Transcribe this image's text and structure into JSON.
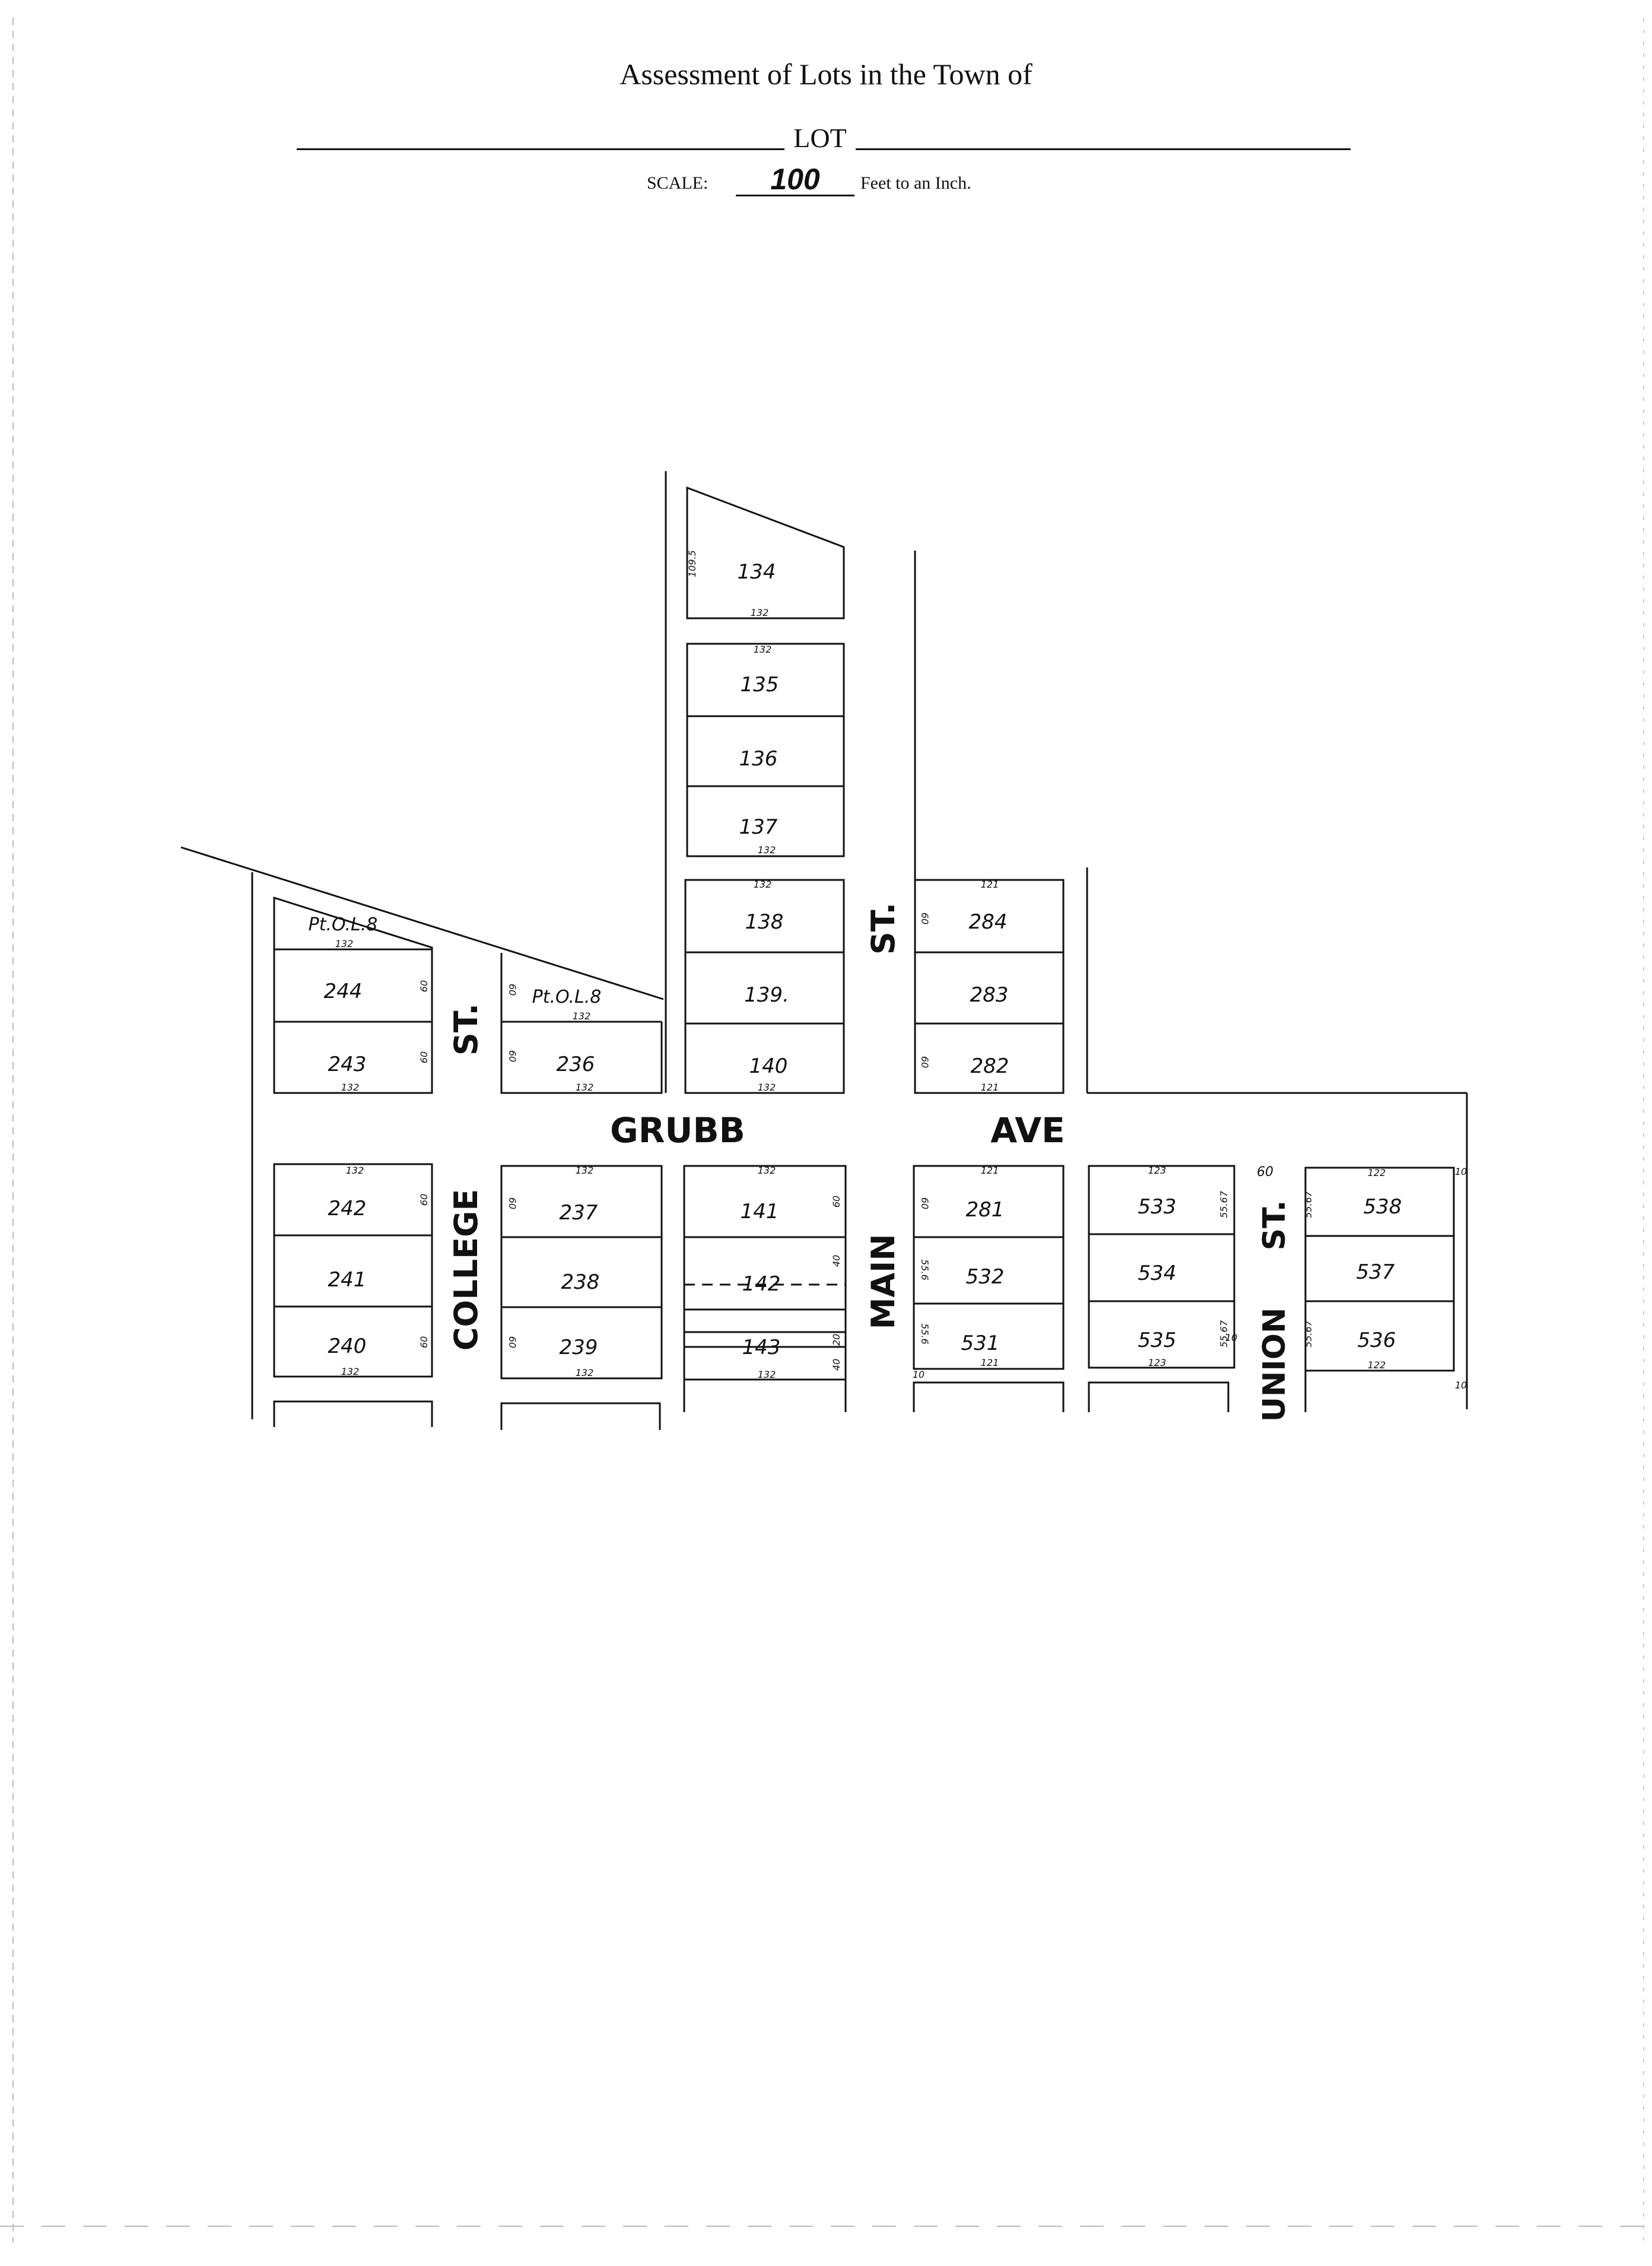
{
  "header": {
    "title": "Assessment of Lots in the Town of",
    "lot_label": "LOT",
    "scale_label": "SCALE:",
    "scale_value": "100",
    "scale_suffix": "Feet to an Inch."
  },
  "streets": {
    "grubb": "GRUBB",
    "ave": "AVE",
    "college": "COLLEGE",
    "college_st": "ST.",
    "main": "MAIN",
    "main_st": "ST.",
    "union": "UNION",
    "union_st": "ST."
  },
  "lots": {
    "l134": "134",
    "l135": "135",
    "l136": "136",
    "l137": "137",
    "l138": "138",
    "l139": "139.",
    "l140": "140",
    "l141": "141",
    "l142": "142",
    "l143": "143",
    "l244": "244",
    "l243": "243",
    "l242": "242",
    "l241": "241",
    "l240": "240",
    "l236": "236",
    "l237": "237",
    "l238": "238",
    "l239": "239",
    "l284": "284",
    "l283": "283",
    "l282": "282",
    "l281": "281",
    "l532": "532",
    "l531": "531",
    "l533": "533",
    "l534": "534",
    "l535": "535",
    "l538": "538",
    "l537": "537",
    "l536": "536",
    "pt_ol8_a": "Pt.O.L.8",
    "pt_ol8_b": "Pt.O.L.8"
  },
  "dimensions": {
    "d1095": "109.5",
    "d132": "132",
    "d121": "121",
    "d123": "123",
    "d122": "122",
    "d60": "60",
    "d40": "40",
    "d20": "20",
    "d10": "10",
    "d556": "55.6",
    "d5567": "55.67"
  }
}
